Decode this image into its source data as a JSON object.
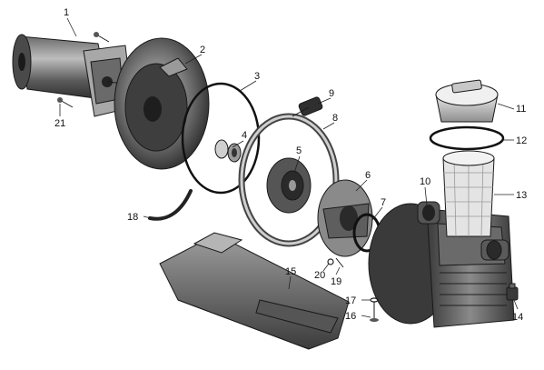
{
  "parts": [
    {
      "id": "motor",
      "label": "1"
    },
    {
      "id": "seal-plate",
      "label": "2"
    },
    {
      "id": "o-ring-large",
      "label": "3"
    },
    {
      "id": "shaft-seal",
      "label": "4"
    },
    {
      "id": "impeller",
      "label": "5"
    },
    {
      "id": "diffuser",
      "label": "6"
    },
    {
      "id": "diffuser-o-ring",
      "label": "7"
    },
    {
      "id": "clamp-band",
      "label": "8"
    },
    {
      "id": "clamp-knob",
      "label": "9"
    },
    {
      "id": "pump-body",
      "label": "10"
    },
    {
      "id": "lid",
      "label": "11"
    },
    {
      "id": "lid-o-ring",
      "label": "12"
    },
    {
      "id": "strainer-basket",
      "label": "13"
    },
    {
      "id": "drain-plug",
      "label": "14"
    },
    {
      "id": "base",
      "label": "15"
    },
    {
      "id": "base-bolt",
      "label": "16"
    },
    {
      "id": "base-washer",
      "label": "17"
    },
    {
      "id": "motor-mount-gasket",
      "label": "18"
    },
    {
      "id": "diffuser-screw",
      "label": "19"
    },
    {
      "id": "diffuser-washer",
      "label": "20"
    },
    {
      "id": "motor-bolt",
      "label": "21"
    }
  ]
}
